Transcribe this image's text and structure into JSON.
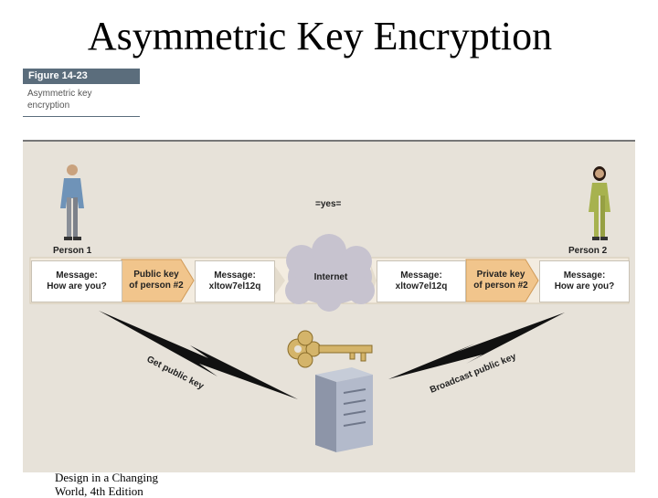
{
  "title": "Asymmetric Key Encryption",
  "figure": {
    "label": "Figure 14-23",
    "caption": "Asymmetric key encryption"
  },
  "diagram": {
    "yes_label": "=yes=",
    "person1": "Person 1",
    "person2": "Person 2",
    "msg1": "Message:\nHow are you?",
    "pubkey": "Public key\nof person #2",
    "msg2": "Message:\nxltow7el12q",
    "internet": "Internet",
    "msg3": "Message:\nxltow7el12q",
    "privkey": "Private key\nof person #2",
    "msg4": "Message:\nHow are you?",
    "get_public_key": "Get public key",
    "broadcast_public_key": "Broadcast public key"
  },
  "footer": "Design in a Changing World, 4th Edition"
}
